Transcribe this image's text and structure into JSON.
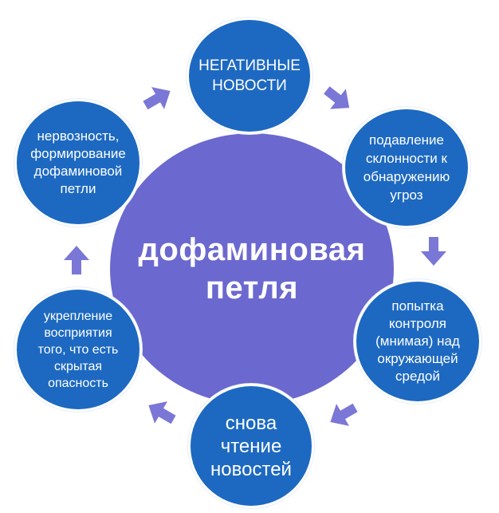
{
  "diagram": {
    "center": {
      "label": "дофаминовая\nпетля"
    },
    "nodes": [
      {
        "id": "n1",
        "label": "НЕГАТИВНЫЕ\nНОВОСТИ"
      },
      {
        "id": "n2",
        "label": "подавление\nсклонности к\nобнаружению\nугроз"
      },
      {
        "id": "n3",
        "label": "попытка\nконтроля\n(мнимая) над\nокружающей\nсредой"
      },
      {
        "id": "n4",
        "label": "снова\nчтение\nновостей"
      },
      {
        "id": "n5",
        "label": "укрепление\nвосприятия\nтого, что есть\nскрытая\nопасность"
      },
      {
        "id": "n6",
        "label": "нервозность,\nформирование\nдофаминовой\nпетли"
      }
    ],
    "colors": {
      "center_fill": "#6b68cf",
      "node_fill": "#1d69c1",
      "arrow_fill": "#7b77d6",
      "text": "#ffffff"
    }
  }
}
